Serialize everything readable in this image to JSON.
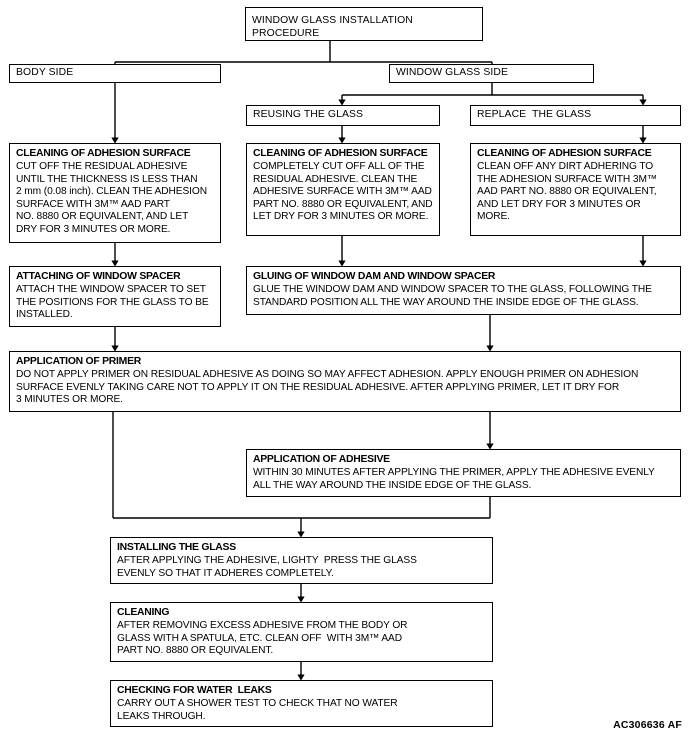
{
  "figure_code": "AC306636 AF",
  "diagram": {
    "type": "flowchart",
    "title": "WINDOW GLASS INSTALLATION PROCEDURE",
    "nodes": [
      {
        "id": "root",
        "title": "WINDOW GLASS INSTALLATION\nPROCEDURE",
        "body": ""
      },
      {
        "id": "body-side",
        "title": "BODY SIDE",
        "body": ""
      },
      {
        "id": "glass-side",
        "title": "WINDOW GLASS SIDE",
        "body": ""
      },
      {
        "id": "reusing",
        "title": "REUSING THE GLASS",
        "body": ""
      },
      {
        "id": "replace",
        "title": "REPLACE  THE GLASS",
        "body": ""
      },
      {
        "id": "clean-body",
        "title": "CLEANING OF ADHESION SURFACE",
        "body": "CUT OFF THE RESIDUAL ADHESIVE\nUNTIL THE THICKNESS IS LESS THAN\n2 mm (0.08 inch). CLEAN THE ADHESION\nSURFACE WITH 3M™ AAD PART\nNO. 8880 OR EQUIVALENT, AND LET\nDRY FOR 3 MINUTES OR MORE."
      },
      {
        "id": "clean-reuse",
        "title": "CLEANING OF ADHESION SURFACE",
        "body": "COMPLETELY CUT OFF ALL OF THE\nRESIDUAL ADHESIVE. CLEAN THE\nADHESIVE SURFACE WITH 3M™ AAD\nPART NO. 8880 OR EQUIVALENT, AND\nLET DRY FOR 3 MINUTES OR MORE."
      },
      {
        "id": "clean-replace",
        "title": "CLEANING OF ADHESION SURFACE",
        "body": "CLEAN OFF ANY DIRT ADHERING TO\nTHE ADHESION SURFACE WITH 3M™\nAAD PART NO. 8880 OR EQUIVALENT,\nAND LET DRY FOR 3 MINUTES OR\nMORE."
      },
      {
        "id": "attach-spacer",
        "title": "ATTACHING OF WINDOW SPACER",
        "body": "ATTACH THE WINDOW SPACER TO SET\nTHE POSITIONS FOR THE GLASS TO BE\nINSTALLED."
      },
      {
        "id": "gluing-dam",
        "title": "GLUING OF WINDOW DAM AND WINDOW SPACER",
        "body": "GLUE THE WINDOW DAM AND WINDOW SPACER TO THE GLASS, FOLLOWING THE\nSTANDARD POSITION ALL THE WAY AROUND THE INSIDE EDGE OF THE GLASS."
      },
      {
        "id": "primer",
        "title": "APPLICATION OF PRIMER",
        "body": "DO NOT APPLY PRIMER ON RESIDUAL ADHESIVE AS DOING SO MAY AFFECT ADHESION. APPLY ENOUGH PRIMER ON ADHESION\nSURFACE EVENLY TAKING CARE NOT TO APPLY IT ON THE RESIDUAL ADHESIVE. AFTER APPLYING PRIMER, LET IT DRY FOR\n3 MINUTES OR MORE."
      },
      {
        "id": "adhesive",
        "title": "APPLICATION OF ADHESIVE",
        "body": "WITHIN 30 MINUTES AFTER APPLYING THE PRIMER, APPLY THE ADHESIVE EVENLY\nALL THE WAY AROUND THE INSIDE EDGE OF THE GLASS."
      },
      {
        "id": "installing",
        "title": "INSTALLING THE GLASS",
        "body": "AFTER APPLYING THE ADHESIVE, LIGHTY  PRESS THE GLASS\nEVENLY SO THAT IT ADHERES COMPLETELY."
      },
      {
        "id": "cleaning",
        "title": "CLEANING",
        "body": "AFTER REMOVING EXCESS ADHESIVE FROM THE BODY OR\nGLASS WITH A SPATULA, ETC. CLEAN OFF  WITH 3M™ AAD\nPART NO. 8880 OR EQUIVALENT."
      },
      {
        "id": "water-leaks",
        "title": "CHECKING FOR WATER  LEAKS",
        "body": "CARRY OUT A SHOWER TEST TO CHECK THAT NO WATER\nLEAKS THROUGH."
      }
    ],
    "colors": {
      "line": "#000000",
      "box_fill": "#ffffff",
      "text": "#000000"
    }
  }
}
